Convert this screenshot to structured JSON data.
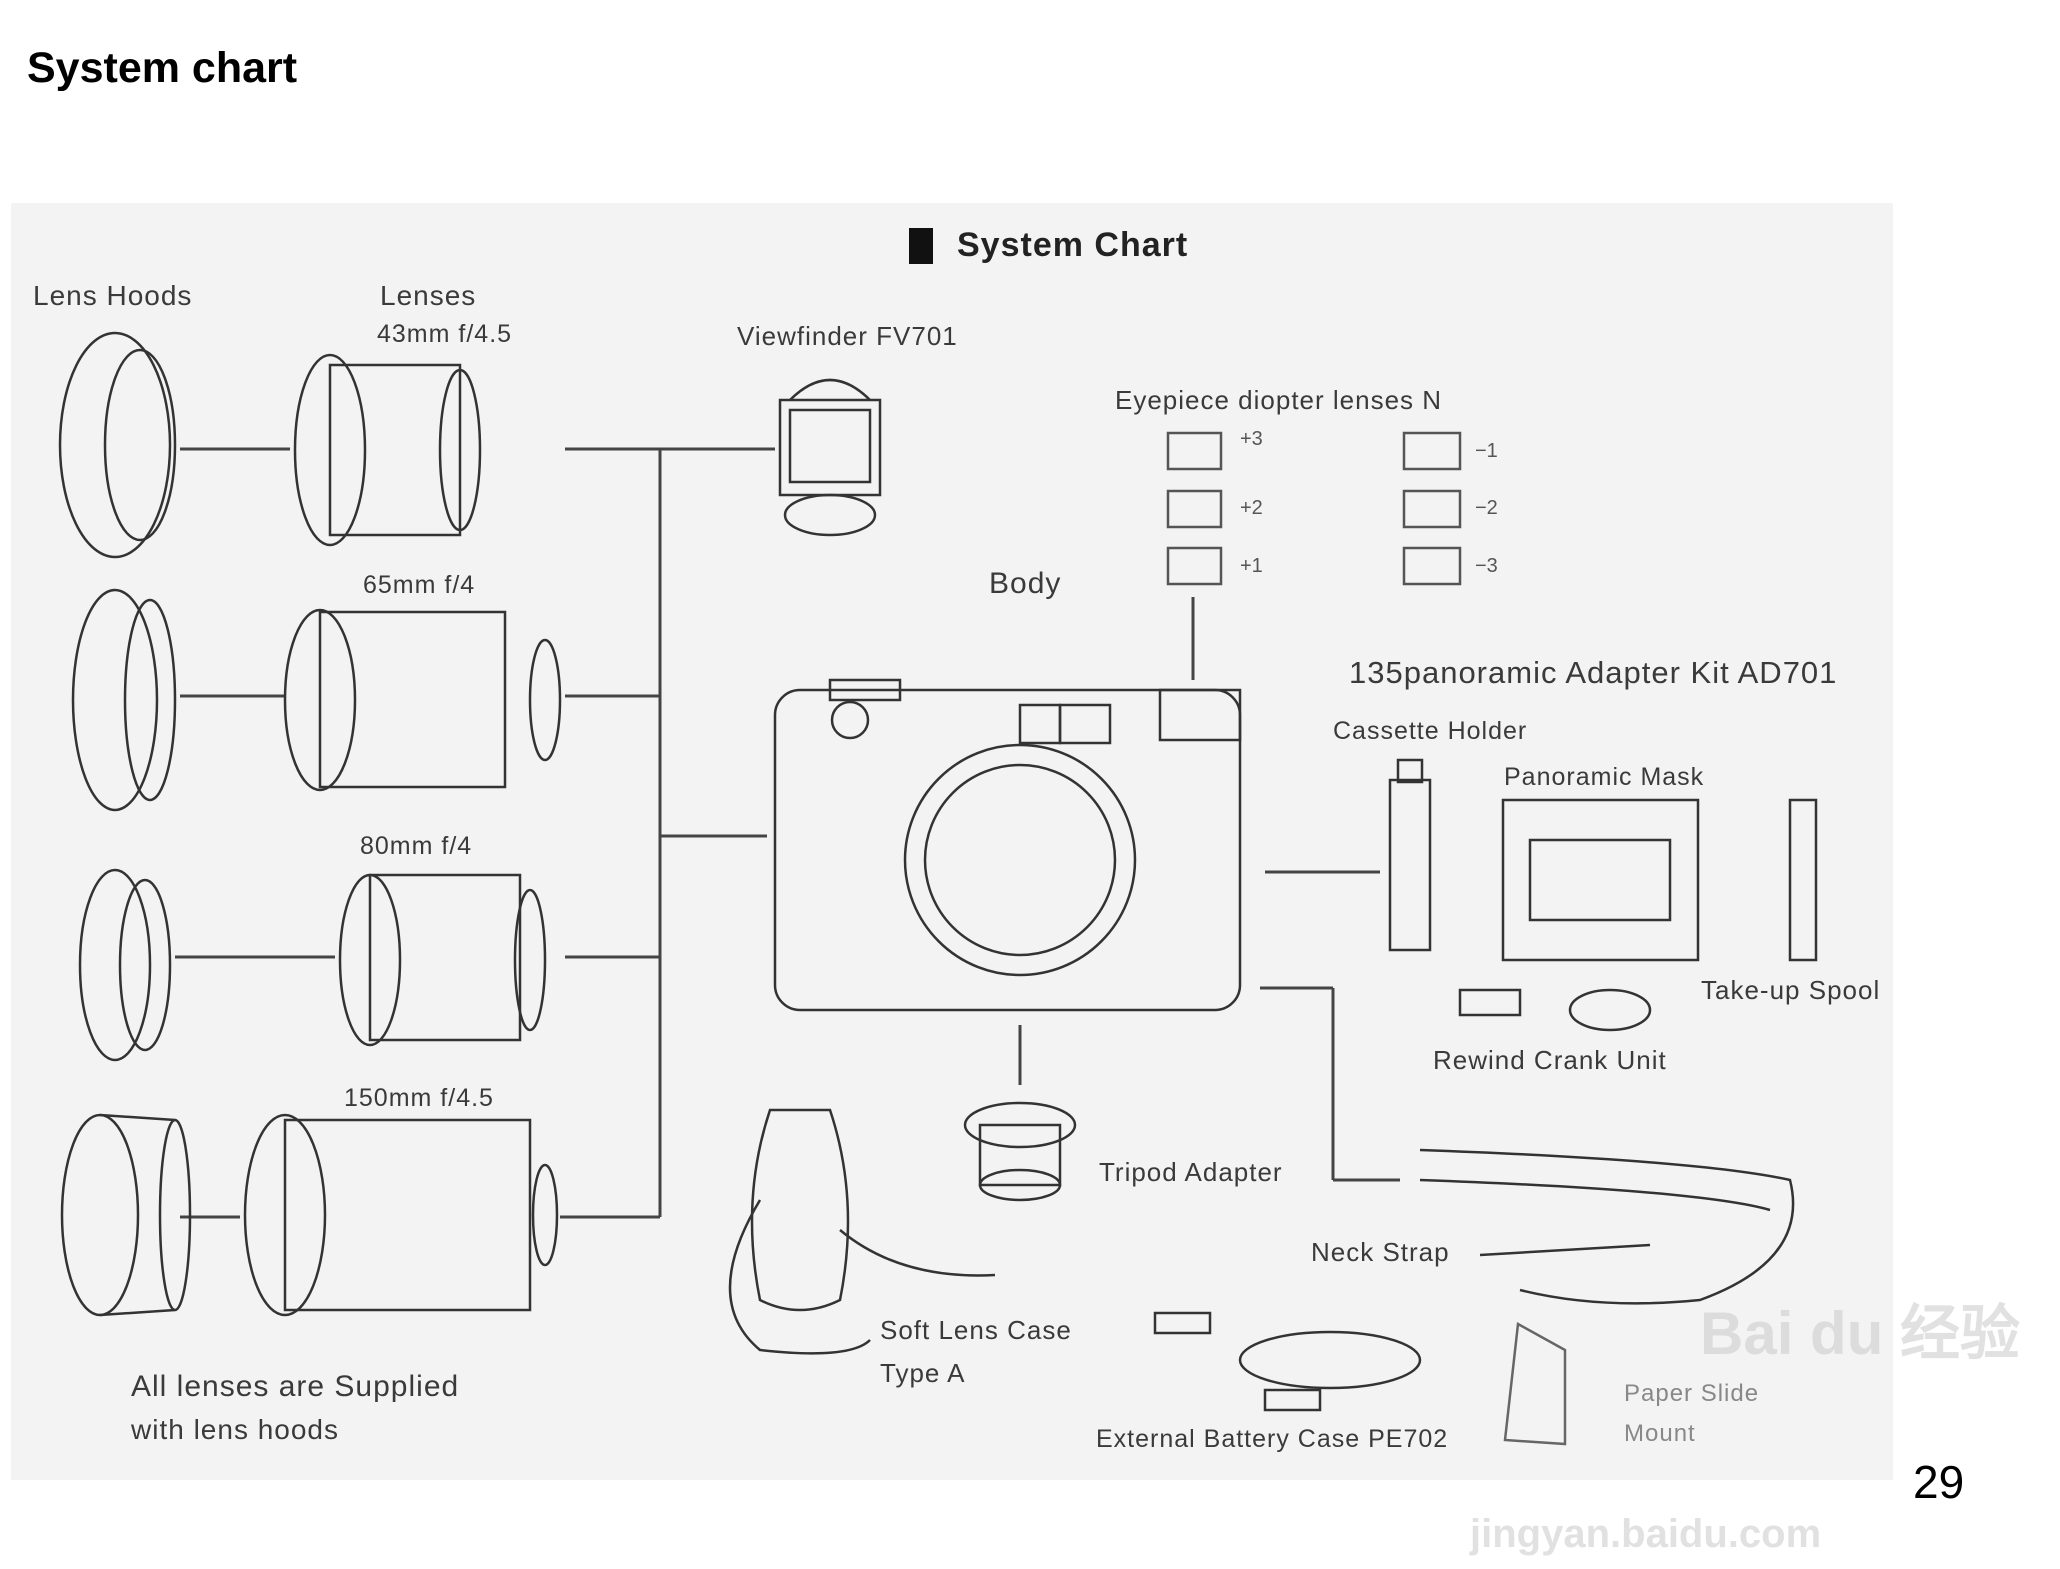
{
  "page_title": "System chart",
  "page_number": "29",
  "chart": {
    "heading": "System Chart",
    "lens_hoods_label": "Lens Hoods",
    "lenses_label": "Lenses",
    "lenses": [
      "43mm f/4.5",
      "65mm f/4",
      "80mm f/4",
      "150mm f/4.5"
    ],
    "lens_note_line1": "All lenses are Supplied",
    "lens_note_line2": "with lens hoods",
    "viewfinder": "Viewfinder FV701",
    "eyepiece_title": "Eyepiece diopter lenses N",
    "diopters_plus": [
      "+3",
      "+2",
      "+1"
    ],
    "diopters_minus": [
      "−1",
      "−2",
      "−3"
    ],
    "body": "Body",
    "panoramic_kit": "135panoramic Adapter Kit AD701",
    "cassette_holder": "Cassette Holder",
    "panoramic_mask": "Panoramic Mask",
    "takeup_spool": "Take-up Spool",
    "rewind_crank": "Rewind Crank Unit",
    "tripod_adapter": "Tripod Adapter",
    "neck_strap": "Neck Strap",
    "soft_case_line1": "Soft   Lens Case",
    "soft_case_line2": "Type A",
    "battery_case": "External Battery Case PE702",
    "slide_mount_line1": "Paper Slide",
    "slide_mount_line2": "Mount"
  },
  "watermark": {
    "brand": "Bai du 经验",
    "url": "jingyan.baidu.com"
  }
}
